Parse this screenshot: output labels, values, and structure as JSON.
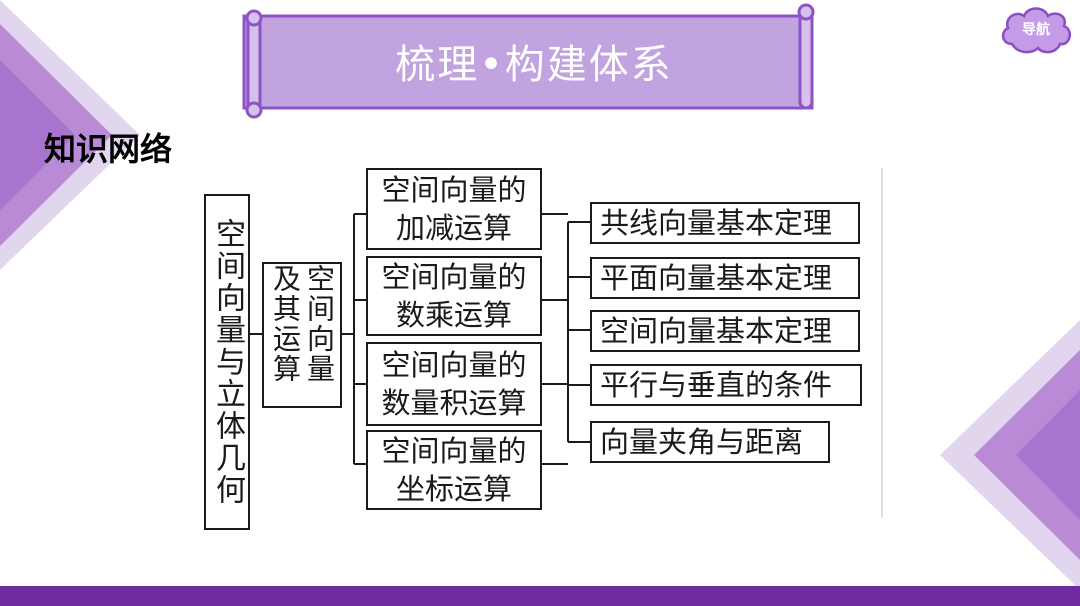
{
  "header": {
    "banner_title": "梳理•构建体系",
    "nav_label": "导航"
  },
  "section": {
    "heading": "知识网络"
  },
  "diagram": {
    "root": "空间向量与立体几何",
    "group": "空间向量及其运算",
    "operations": [
      "空间向量的加减运算",
      "空间向量的数乘运算",
      "空间向量的数量积运算",
      "空间向量的坐标运算"
    ],
    "results": [
      "共线向量基本定理",
      "平面向量基本定理",
      "空间向量基本定理",
      "平行与垂直的条件",
      "向量夹角与距离"
    ]
  },
  "colors": {
    "banner_fill": "#c1a3df",
    "banner_border": "#8e53c4",
    "accent_purple": "#6f2ca0",
    "triangle_light": "#ddd0ea",
    "triangle_mid": "#b98bd6"
  }
}
